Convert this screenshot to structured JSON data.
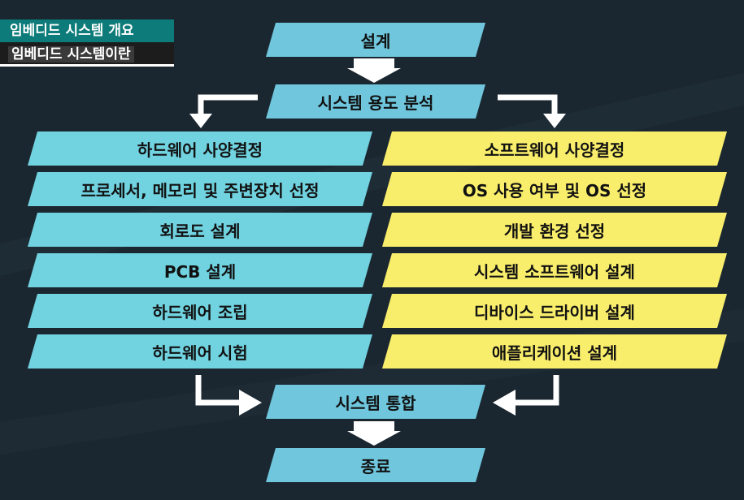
{
  "header": {
    "category": "임베디드 시스템 개요",
    "subtitle": "임베디드 시스템이란"
  },
  "flow": {
    "design": "설계",
    "analysis": "시스템 용도 분석",
    "integration": "시스템 통합",
    "end": "종료"
  },
  "hardware": {
    "steps": [
      "하드웨어 사양결정",
      "프로세서, 메모리 및 주변장치 선정",
      "회로도 설계",
      "PCB 설계",
      "하드웨어 조립",
      "하드웨어 시험"
    ]
  },
  "software": {
    "steps": [
      "소프트웨어 사양결정",
      "OS 사용 여부 및 OS 선정",
      "개발 환경 선정",
      "시스템 소프트웨어 설계",
      "디바이스 드라이버 설계",
      "애플리케이션 설계"
    ]
  },
  "colors": {
    "flow_box": "#6fc6dd",
    "hardware_box": "#71d2e0",
    "software_box": "#f9ee6c",
    "arrow": "#ffffff"
  }
}
